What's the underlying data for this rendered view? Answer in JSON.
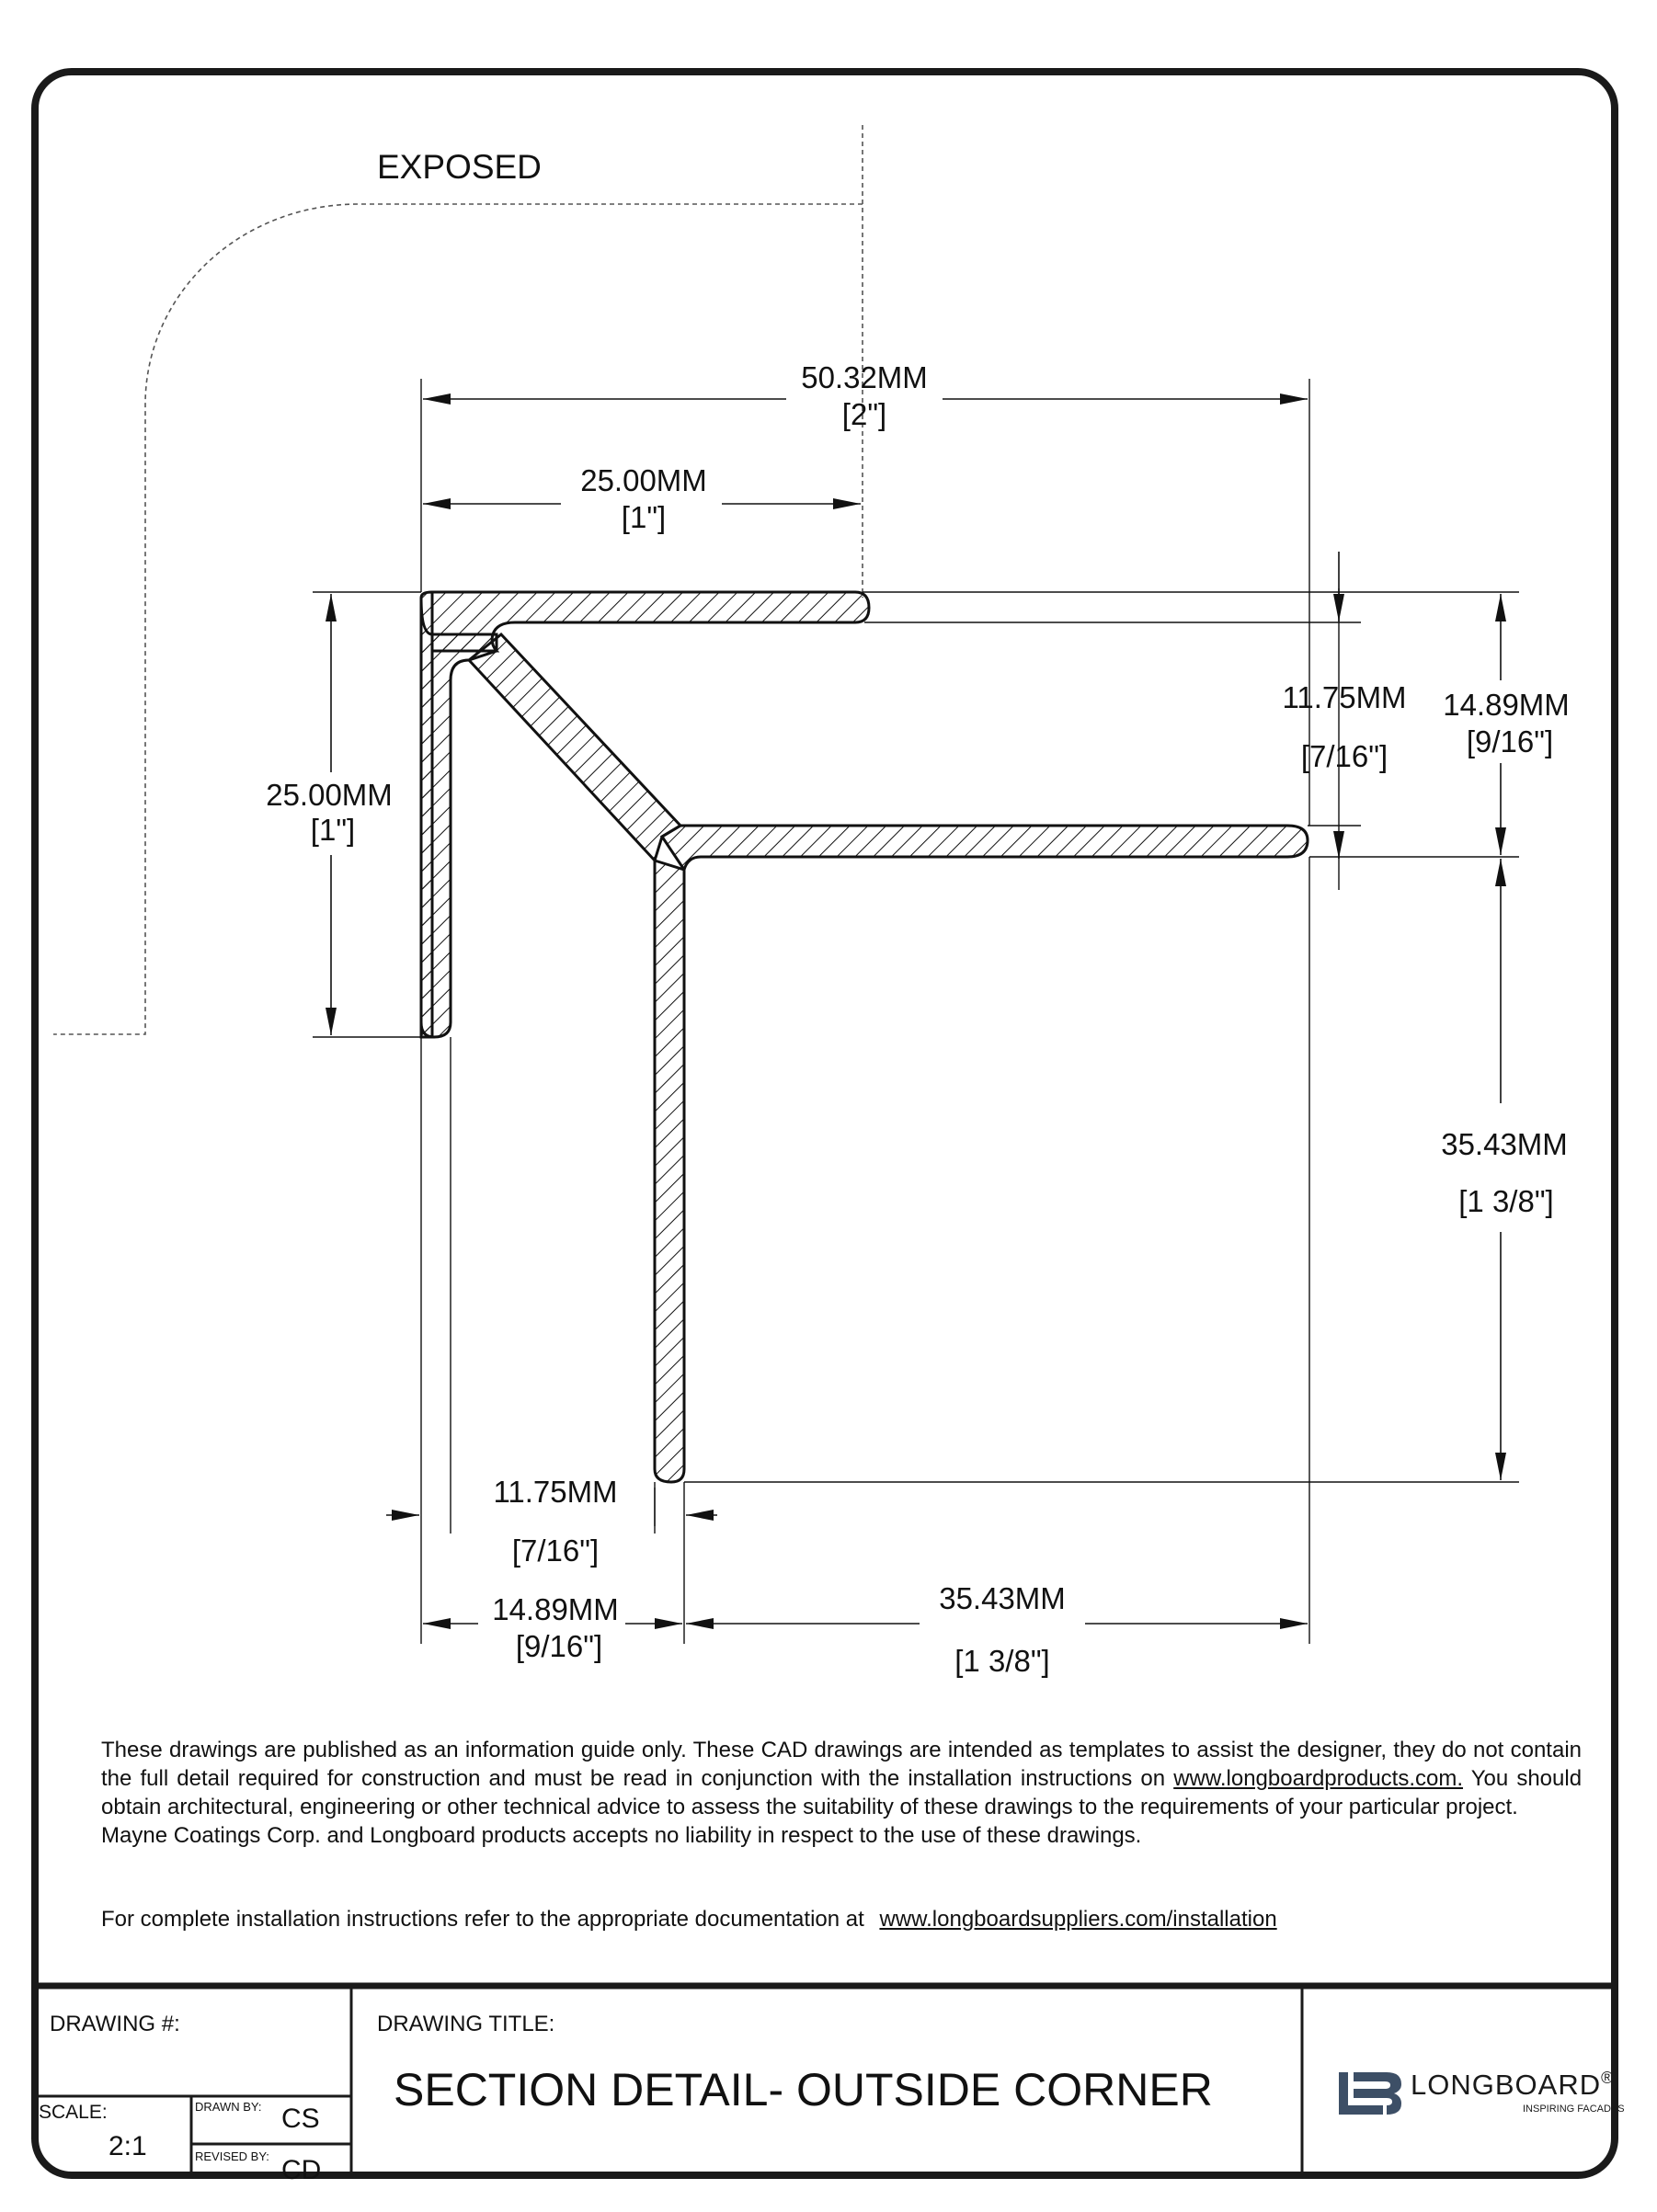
{
  "labels": {
    "exposed": "EXPOSED",
    "dim_overall_width_mm": "50.32MM",
    "dim_overall_width_in": "[2\"]",
    "dim_top_flange_mm": "25.00MM",
    "dim_top_flange_in": "[1\"]",
    "dim_left_flange_mm": "25.00MM",
    "dim_left_flange_in": "[1\"]",
    "dim_right_offset_mm": "11.75MM",
    "dim_right_offset_in": "[7/16\"]",
    "dim_right_depth_mm": "14.89MM",
    "dim_right_depth_in": "[9/16\"]",
    "dim_right_leg_mm": "35.43MM",
    "dim_right_leg_in": "[1 3/8\"]",
    "dim_bottom_offset_mm": "11.75MM",
    "dim_bottom_offset_in": "[7/16\"]",
    "dim_bottom_depth_mm": "14.89MM",
    "dim_bottom_depth_in": "[9/16\"]",
    "dim_bottom_leg_mm": "35.43MM",
    "dim_bottom_leg_in": "[1 3/8\"]"
  },
  "notes": {
    "line1": "These drawings are published as an information guide only. These CAD drawings are intended as templates to assist the designer, they do not contain the full detail required for construction and must be read in conjunction with the installation instructions on",
    "link1": "www.longboardproducts.com.",
    "line1b": "You should obtain architectural, engineering or other technical advice to assess the suitability of these drawings to the  requirements of your particular project.",
    "line2": "Mayne Coatings Corp. and Longboard products accepts no liability in respect to the use of these drawings.",
    "install_text": "For complete installation instructions refer to the appropriate documentation at",
    "install_link": "www.longboardsuppliers.com/installation"
  },
  "titleblock": {
    "drawing_no_label": "DRAWING #:",
    "drawing_no_value": "",
    "title_label": "DRAWING TITLE:",
    "title_value": "SECTION DETAIL- OUTSIDE CORNER",
    "scale_label": "SCALE:",
    "scale_value": "2:1",
    "drawn_by_label": "DRAWN BY:",
    "drawn_by_value": "CS",
    "revised_by_label": "REVISED BY:",
    "revised_by_value": "CD"
  },
  "logo": {
    "name": "LONGBOARD",
    "mark": "®",
    "tagline": "INSPIRING FACADES",
    "color": "#3d4f66"
  }
}
